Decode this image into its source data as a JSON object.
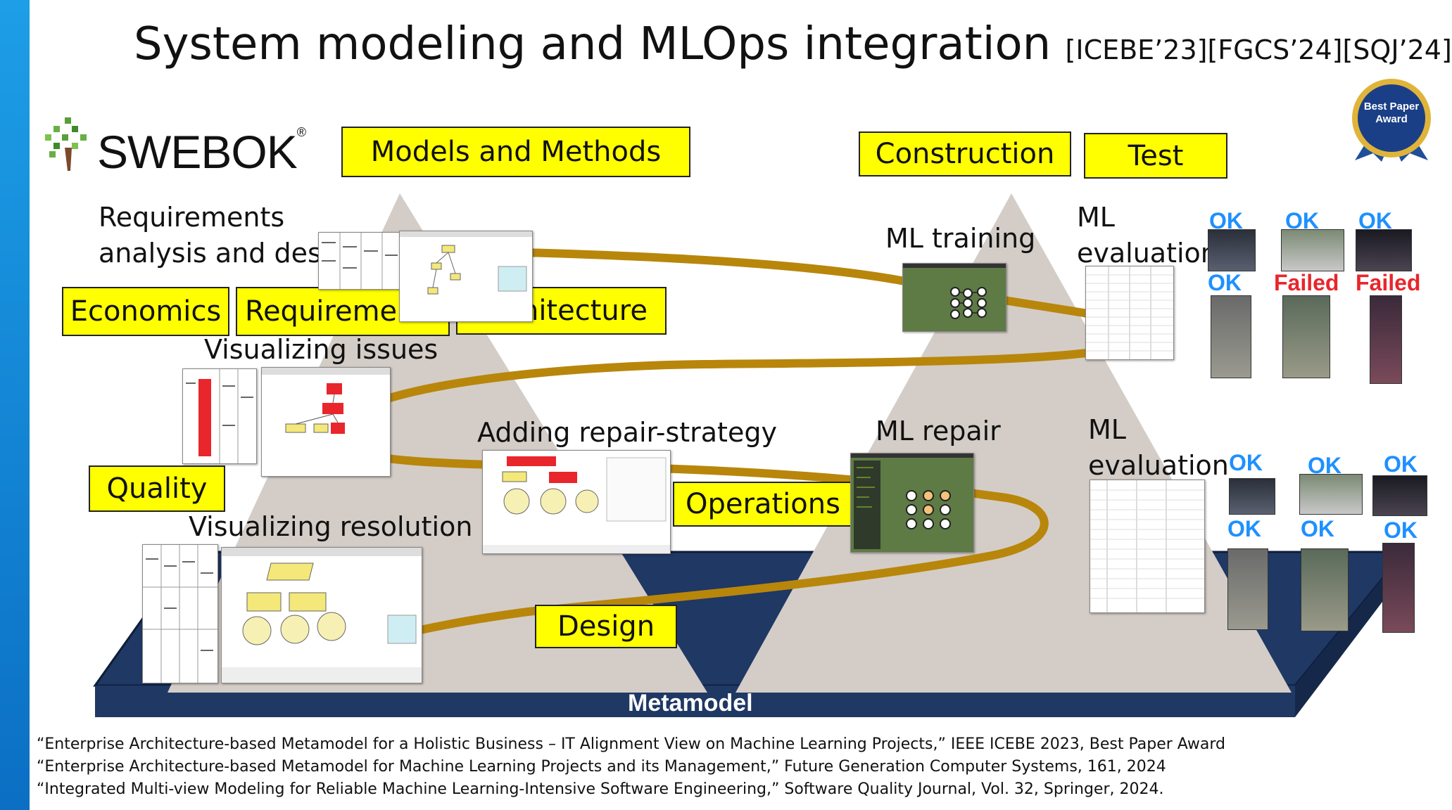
{
  "title": {
    "main": "System modeling and MLOps integration",
    "citations": "[ICEBE’23][FGCS’24][SQJ’24]"
  },
  "logo": {
    "text": "SWEBOK",
    "registered": "®"
  },
  "badge": {
    "line1": "Best Paper",
    "line2": "Award"
  },
  "boxes": {
    "models_methods": "Models and Methods",
    "construction": "Construction",
    "test": "Test",
    "economics": "Economics",
    "requirements": "Requirements",
    "architecture": "Architecture",
    "quality": "Quality",
    "operations": "Operations",
    "design": "Design"
  },
  "labels": {
    "req_analysis_1": "Requirements",
    "req_analysis_2": "analysis and design",
    "visualizing_issues": "Visualizing issues",
    "adding_repair": "Adding repair-strategy",
    "visualizing_resolution": "Visualizing resolution",
    "ml_training": "ML training",
    "ml_repair": "ML repair",
    "ml_eval_top_1": "ML",
    "ml_eval_top_2": "evaluation",
    "ml_eval_bottom_1": "ML",
    "ml_eval_bottom_2": "evaluation",
    "metamodel": "Metamodel"
  },
  "results_top": {
    "row1": [
      "OK",
      "OK",
      "OK"
    ],
    "row2": [
      "OK",
      "Failed",
      "Failed"
    ]
  },
  "results_bottom": {
    "row1": [
      "OK",
      "OK",
      "OK"
    ],
    "row2": [
      "OK",
      "OK",
      "OK"
    ]
  },
  "references": [
    "“Enterprise Architecture-based Metamodel for a Holistic Business – IT Alignment View on Machine Learning Projects,” IEEE ICEBE 2023, Best Paper Award",
    "“Enterprise Architecture-based Metamodel for Machine Learning Projects and its Management,” Future Generation Computer Systems, 161, 2024",
    "“Integrated Multi-view Modeling for Reliable Machine Learning-Intensive Software Engineering,” Software Quality Journal, Vol. 32, Springer, 2024."
  ],
  "colors": {
    "highlight_box": "#ffff00",
    "arrow": "#b8860b",
    "pyramid": "#d4cdc7",
    "platform": "#1f3864",
    "ok_text": "#1e90ff",
    "failed_text": "#e8262b",
    "sidebar": "#0b6fc4"
  }
}
